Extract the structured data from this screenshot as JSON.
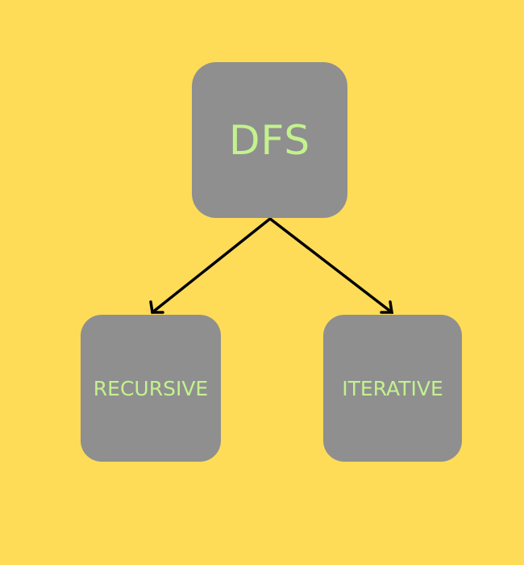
{
  "diagram": {
    "background_color": "#FFDC58",
    "node_color": "#8F8F8F",
    "text_color": "#C3F28E",
    "edge_color": "#000000",
    "nodes": [
      {
        "id": "dfs",
        "label": "DFS"
      },
      {
        "id": "recursive",
        "label": "RECURSIVE"
      },
      {
        "id": "iterative",
        "label": "ITERATIVE"
      }
    ],
    "edges": [
      {
        "from": "dfs",
        "to": "recursive"
      },
      {
        "from": "dfs",
        "to": "iterative"
      }
    ]
  }
}
